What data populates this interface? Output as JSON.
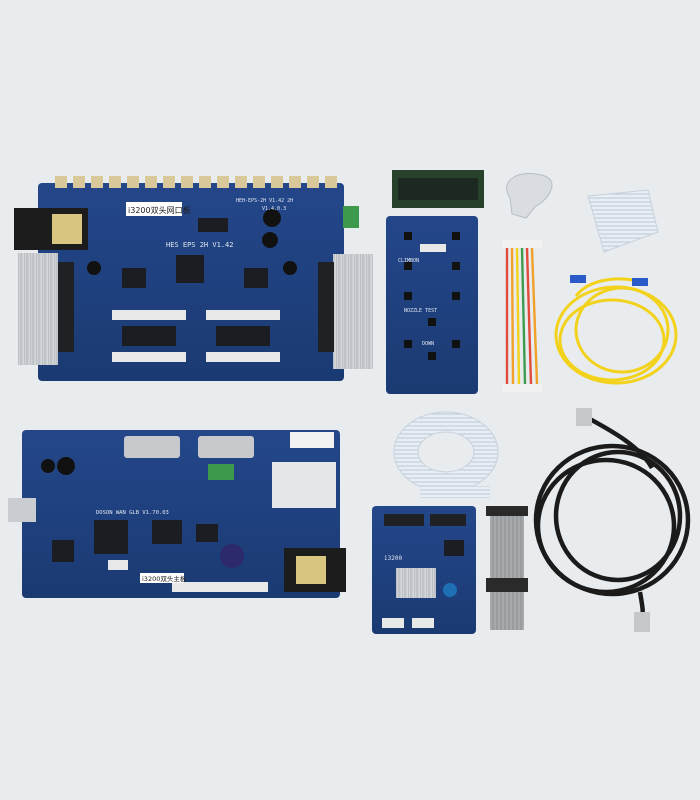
{
  "photo": {
    "background": "#e9ecee",
    "board_color": "#1f3f7a",
    "board_dark": "#18346a",
    "heatsink_color": "#c9ccd0",
    "fiber_color": "#f2d21b",
    "cable_color": "#1b1b1b"
  },
  "main_board": {
    "label": "i3200双头网口板",
    "silk_model": "HES EPS 2H V1.42",
    "silk_small": "HEH-EPS-2H V1.42 2H",
    "silk_rev": "V1.4.0.3"
  },
  "head_board": {
    "label": "i3200双头主板",
    "silk_model": "DOSON WAN GLB V1.70.03"
  },
  "keypad": {
    "label_top": "CLIMBON",
    "label_side": "NOZZLE TEST",
    "label_down": "DOWN"
  },
  "small_board": {
    "label": "i3200"
  }
}
